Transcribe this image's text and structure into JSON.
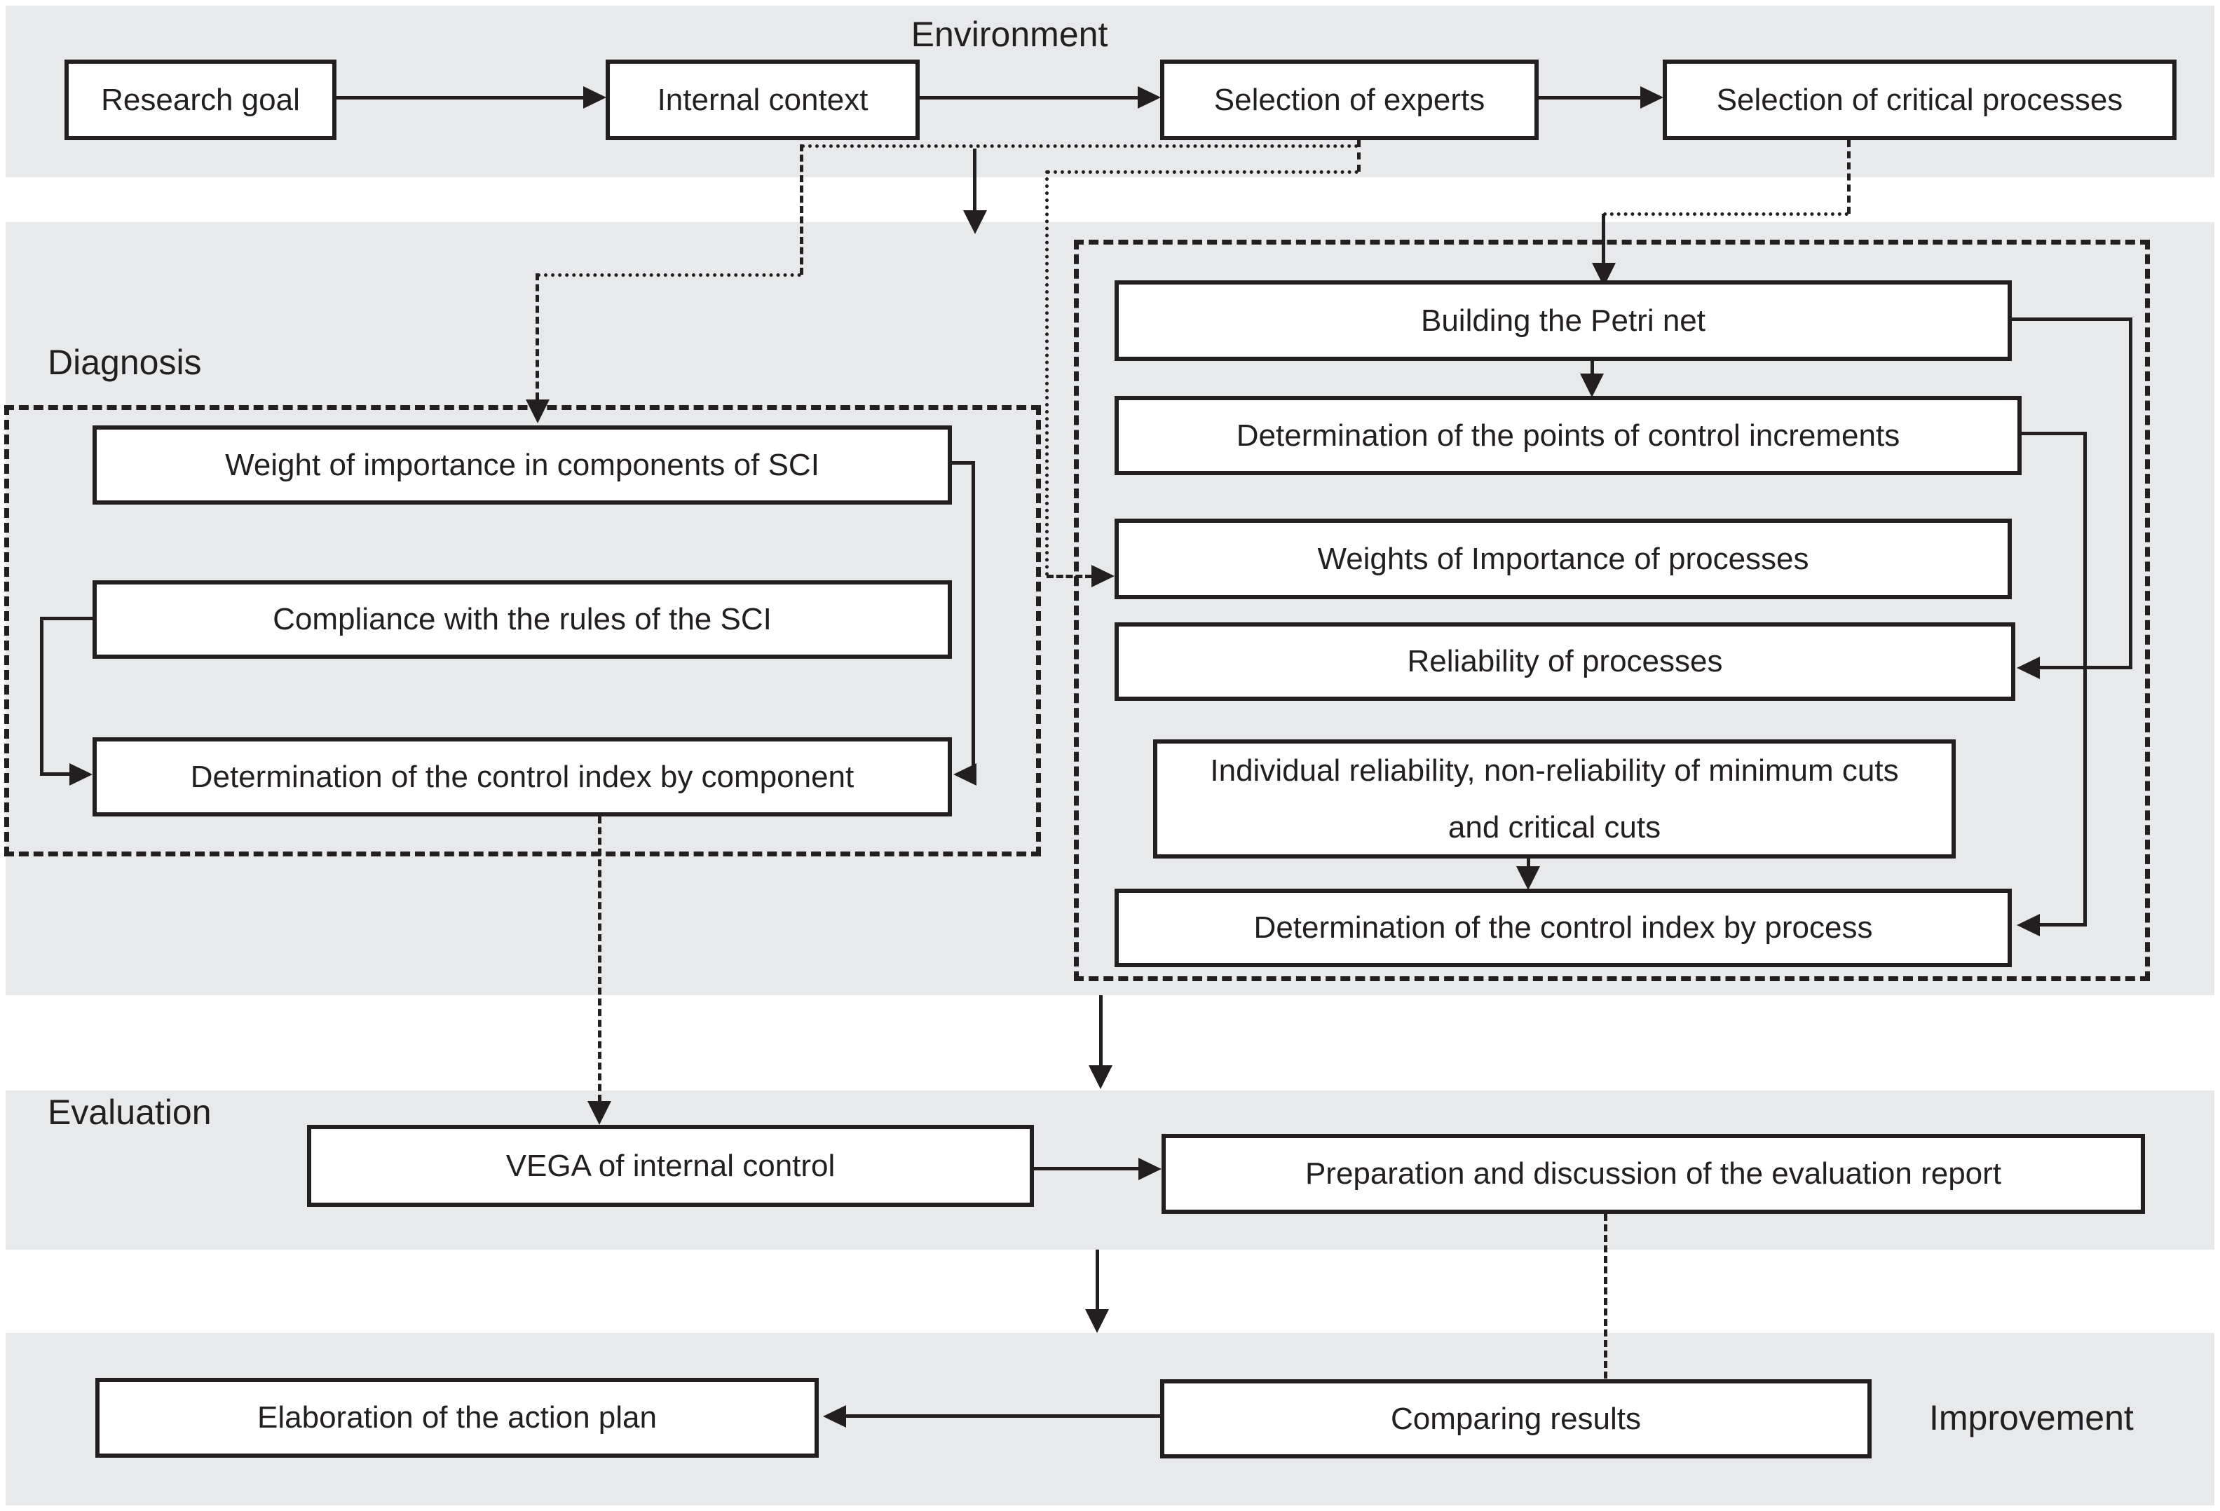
{
  "colors": {
    "line": "#231f20",
    "band": "#e8e9ea",
    "box_background": "#ffffff"
  },
  "sections": {
    "environment": {
      "label": "Environment",
      "boxes": {
        "research_goal": "Research goal",
        "internal_context": "Internal context",
        "selection_experts": "Selection of experts",
        "selection_critical": "Selection of critical processes"
      }
    },
    "diagnosis": {
      "label": "Diagnosis",
      "sci_group": {
        "weight_importance": "Weight of importance in components of SCI",
        "compliance_rules": "Compliance with the rules of the SCI",
        "control_index_component": "Determination of the control index by component"
      },
      "process_group": {
        "building_petri": "Building the Petri net",
        "points_control_increments": "Determination of the points of control increments",
        "weights_processes": "Weights of Importance of processes",
        "reliability_processes": "Reliability of processes",
        "individual_reliability": "Individual reliability, non-reliability of minimum cuts and critical cuts",
        "control_index_process": "Determination of the control index by process"
      }
    },
    "evaluation": {
      "label": "Evaluation",
      "boxes": {
        "vega": "VEGA of internal control",
        "preparation": "Preparation and discussion of the evaluation report"
      }
    },
    "improvement": {
      "label": "Improvement",
      "boxes": {
        "comparing": "Comparing results",
        "elaboration": "Elaboration of the action plan"
      }
    }
  }
}
